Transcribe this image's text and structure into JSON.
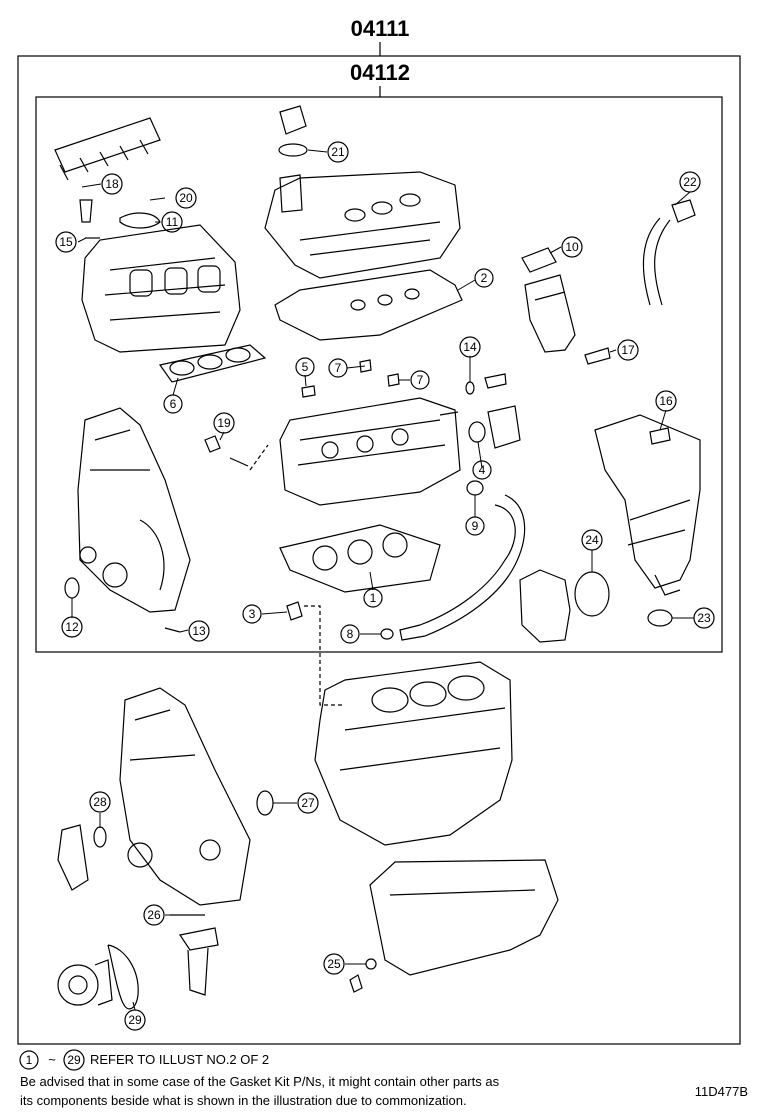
{
  "diagram": {
    "kit_outer": "04111",
    "kit_inner": "04112",
    "callouts": [
      "1",
      "2",
      "3",
      "4",
      "5",
      "6",
      "7",
      "7",
      "8",
      "9",
      "10",
      "11",
      "12",
      "13",
      "14",
      "15",
      "16",
      "17",
      "18",
      "19",
      "20",
      "21",
      "22",
      "23",
      "24",
      "25",
      "26",
      "27",
      "28",
      "29"
    ]
  },
  "footer": {
    "range_start": "1",
    "range_sep": "~",
    "range_end": "29",
    "refer_text": "REFER TO ILLUST NO.2 OF 2",
    "note_line1": "Be advised that in some case of the Gasket Kit P/Ns,  it might contain other parts as",
    "note_line2": "its components beside what is shown in the illustration due to commonization.",
    "illustration_code": "11D477B"
  }
}
